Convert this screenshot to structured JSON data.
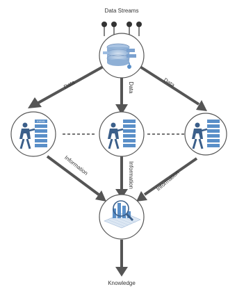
{
  "title": "Data Streams",
  "output_label": "Knowledge",
  "edge_labels": {
    "left": "Data",
    "center": "Data",
    "right": "Data",
    "info_left": "Information",
    "info_center": "Information",
    "info_right": "Information"
  },
  "nodes": {
    "source": "database-icon",
    "processors": [
      "worker-files-icon",
      "worker-files-icon",
      "worker-files-icon"
    ],
    "analysis": "chart-magnifier-icon"
  },
  "file_label": "010101",
  "colors": {
    "stroke": "#555555",
    "accent_blue": "#5a8fc8",
    "light_blue": "#c5d9ee"
  }
}
